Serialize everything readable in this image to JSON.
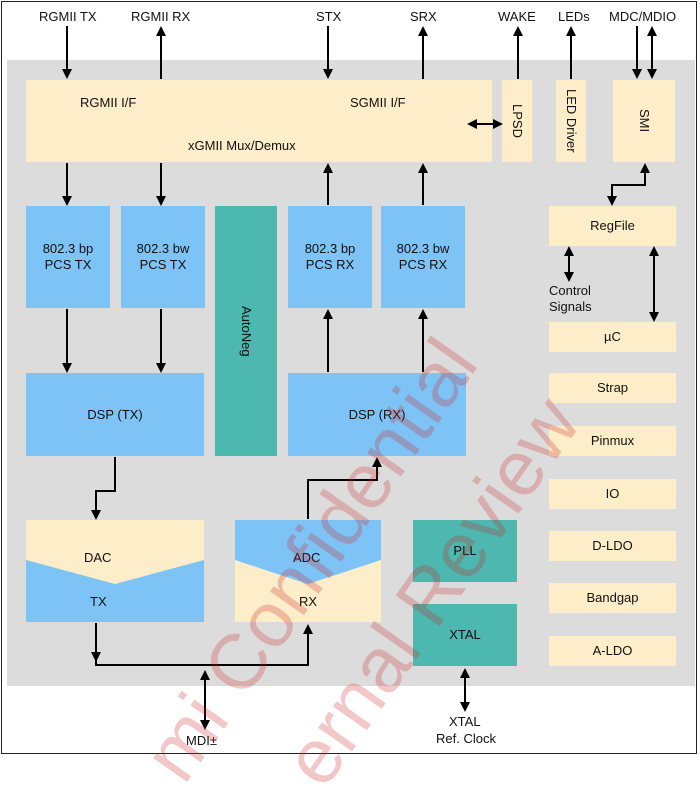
{
  "external_pins": {
    "rgmii_tx": "RGMII TX",
    "rgmii_rx": "RGMII RX",
    "stx": "STX",
    "srx": "SRX",
    "wake": "WAKE",
    "leds": "LEDs",
    "mdc_mdio": "MDC/MDIO",
    "mdi": "MDI±",
    "xtal_line1": "XTAL",
    "xtal_line2": "Ref. Clock"
  },
  "top_bus": {
    "rgmii_if": "RGMII I/F",
    "sgmii_if": "SGMII I/F",
    "mux": "xGMII Mux/Demux"
  },
  "side_blocks": {
    "lpsd": "LPSD",
    "led_driver": "LED Driver",
    "smi": "SMI"
  },
  "pcs": {
    "tx_bp_line1": "802.3 bp",
    "tx_bp_line2": "PCS TX",
    "tx_bw_line1": "802.3 bw",
    "tx_bw_line2": "PCS TX",
    "rx_bp_line1": "802.3 bp",
    "rx_bp_line2": "PCS RX",
    "rx_bw_line1": "802.3 bw",
    "rx_bw_line2": "PCS RX"
  },
  "autoneg": "AutoNeg",
  "dsp": {
    "tx": "DSP (TX)",
    "rx": "DSP (RX)"
  },
  "analog": {
    "dac": "DAC",
    "tx": "TX",
    "adc": "ADC",
    "rx": "RX"
  },
  "clock": {
    "pll": "PLL",
    "xtal": "XTAL"
  },
  "regfile": "RegFile",
  "control_signals_line1": "Control",
  "control_signals_line2": "Signals",
  "right_column": [
    "µC",
    "Strap",
    "Pinmux",
    "IO",
    "D-LDO",
    "Bandgap",
    "A-LDO"
  ],
  "watermark": {
    "line1": "mi Confidential",
    "line2": "ernal Review"
  },
  "colors": {
    "cream": "#fdedc8",
    "blue": "#7ec3f6",
    "teal": "#4cb8b0",
    "chip_bg": "#dcdcdc",
    "watermark": "#cd2828"
  }
}
